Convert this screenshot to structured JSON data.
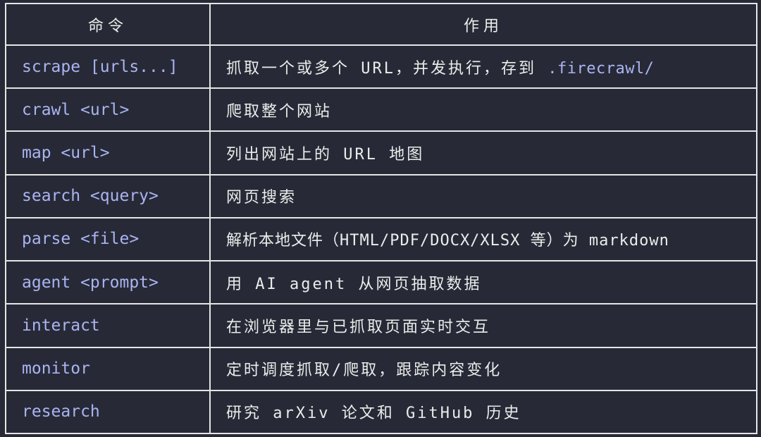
{
  "table": {
    "headers": [
      "命令",
      "作用"
    ],
    "rows": [
      {
        "command": "scrape [urls...]",
        "description": "抓取一个或多个 URL，并发执行，存到 ",
        "highlight": ".firecrawl/"
      },
      {
        "command": "crawl <url>",
        "description": "爬取整个网站",
        "highlight": ""
      },
      {
        "command": "map <url>",
        "description": "列出网站上的 URL 地图",
        "highlight": ""
      },
      {
        "command": "search <query>",
        "description": "网页搜索",
        "highlight": ""
      },
      {
        "command": "parse <file>",
        "description": "解析本地文件（HTML/PDF/DOCX/XLSX 等）为 markdown",
        "highlight": ""
      },
      {
        "command": "agent <prompt>",
        "description": "用 AI agent 从网页抽取数据",
        "highlight": ""
      },
      {
        "command": "interact",
        "description": "在浏览器里与已抓取页面实时交互",
        "highlight": ""
      },
      {
        "command": "monitor",
        "description": "定时调度抓取/爬取，跟踪内容变化",
        "highlight": ""
      },
      {
        "command": "research",
        "description": "研究 arXiv 论文和 GitHub 历史",
        "highlight": ""
      }
    ]
  },
  "colors": {
    "background": "#272a36",
    "border": "#e6e6e6",
    "text": "#ececec",
    "command": "#aab4f2"
  }
}
